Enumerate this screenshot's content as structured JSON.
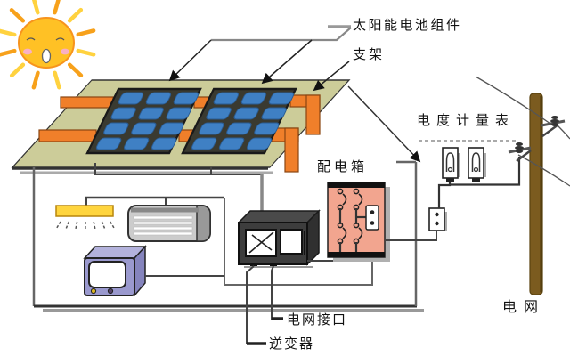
{
  "diagram": {
    "labels": {
      "solar_module": "太阳能电池组件",
      "bracket": "支架",
      "meter": "电度计量表",
      "distribution_box": "配电箱",
      "grid_interface": "电网接口",
      "inverter": "逆变器",
      "grid": "电网"
    },
    "colors": {
      "roof": "#CCCC99",
      "panel_frame": "#3A3A30",
      "panel_cell": "#3F80C4",
      "panel_cell_edge": "#2A5C94",
      "bracket": "#F07F2A",
      "distribution_box": "#F2A58F",
      "pole": "#7B5B1F",
      "sun_body": "#FFC125",
      "sun_ray": "#FFD23F",
      "sun_ray_alt": "#F7A11B",
      "tv": "#9A99CE",
      "lamp": "#FFD53E",
      "ac": "#CCCCCC",
      "wire": "#444444"
    },
    "counts": {
      "panels": 2,
      "cell_rows": 4,
      "cell_cols": 3,
      "meters": 2,
      "sun_rays": 12,
      "lamp_rays": 7,
      "ac_slats": 4,
      "breakers": 4
    }
  }
}
